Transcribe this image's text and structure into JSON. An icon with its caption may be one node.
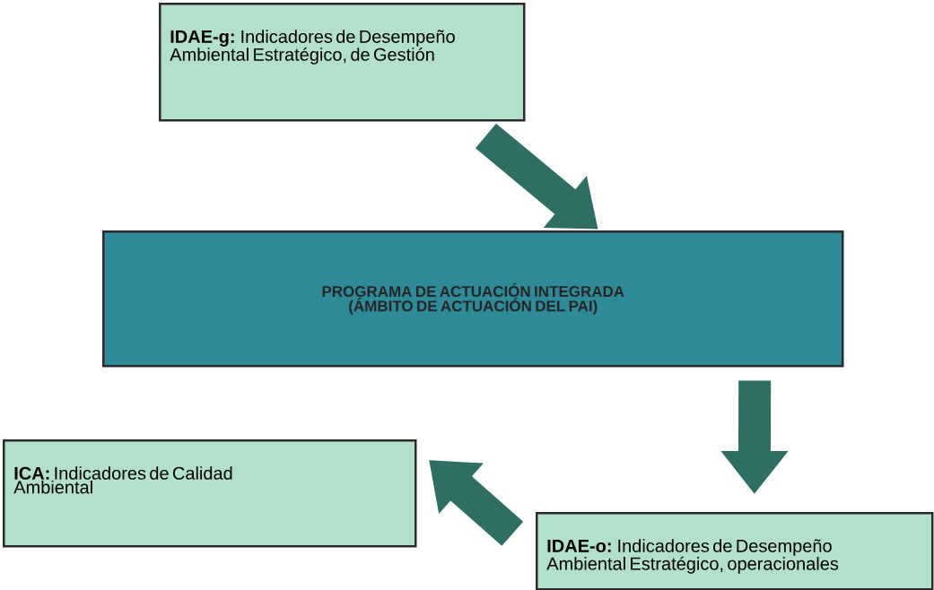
{
  "diagram": {
    "nodes": [
      {
        "text": [
          "**IDAE-g:** Indicadores de Desempeño Ambiental Estratégico, de Gestión"
        ]
      },
      {
        "text": [
          "PROGRAMA DE ACTUACIÓN INTEGRADA (ÁMBITO DE ACTUACIÓN DEL PAI)"
        ]
      },
      {
        "text": [
          "**ICA:** Indicadores de Calidad Ambiental"
        ]
      },
      {
        "text": [
          "**IDAE-o:** Indicadores de Desempeño Ambiental Estratégico, operacionales"
        ]
      }
    ],
    "edges": [
      {
        "from": 0,
        "to": 1,
        "arrow": "to"
      },
      {
        "from": 1,
        "to": 3,
        "arrow": "to"
      },
      {
        "from": 3,
        "to": 2,
        "arrow": "to"
      }
    ]
  }
}
